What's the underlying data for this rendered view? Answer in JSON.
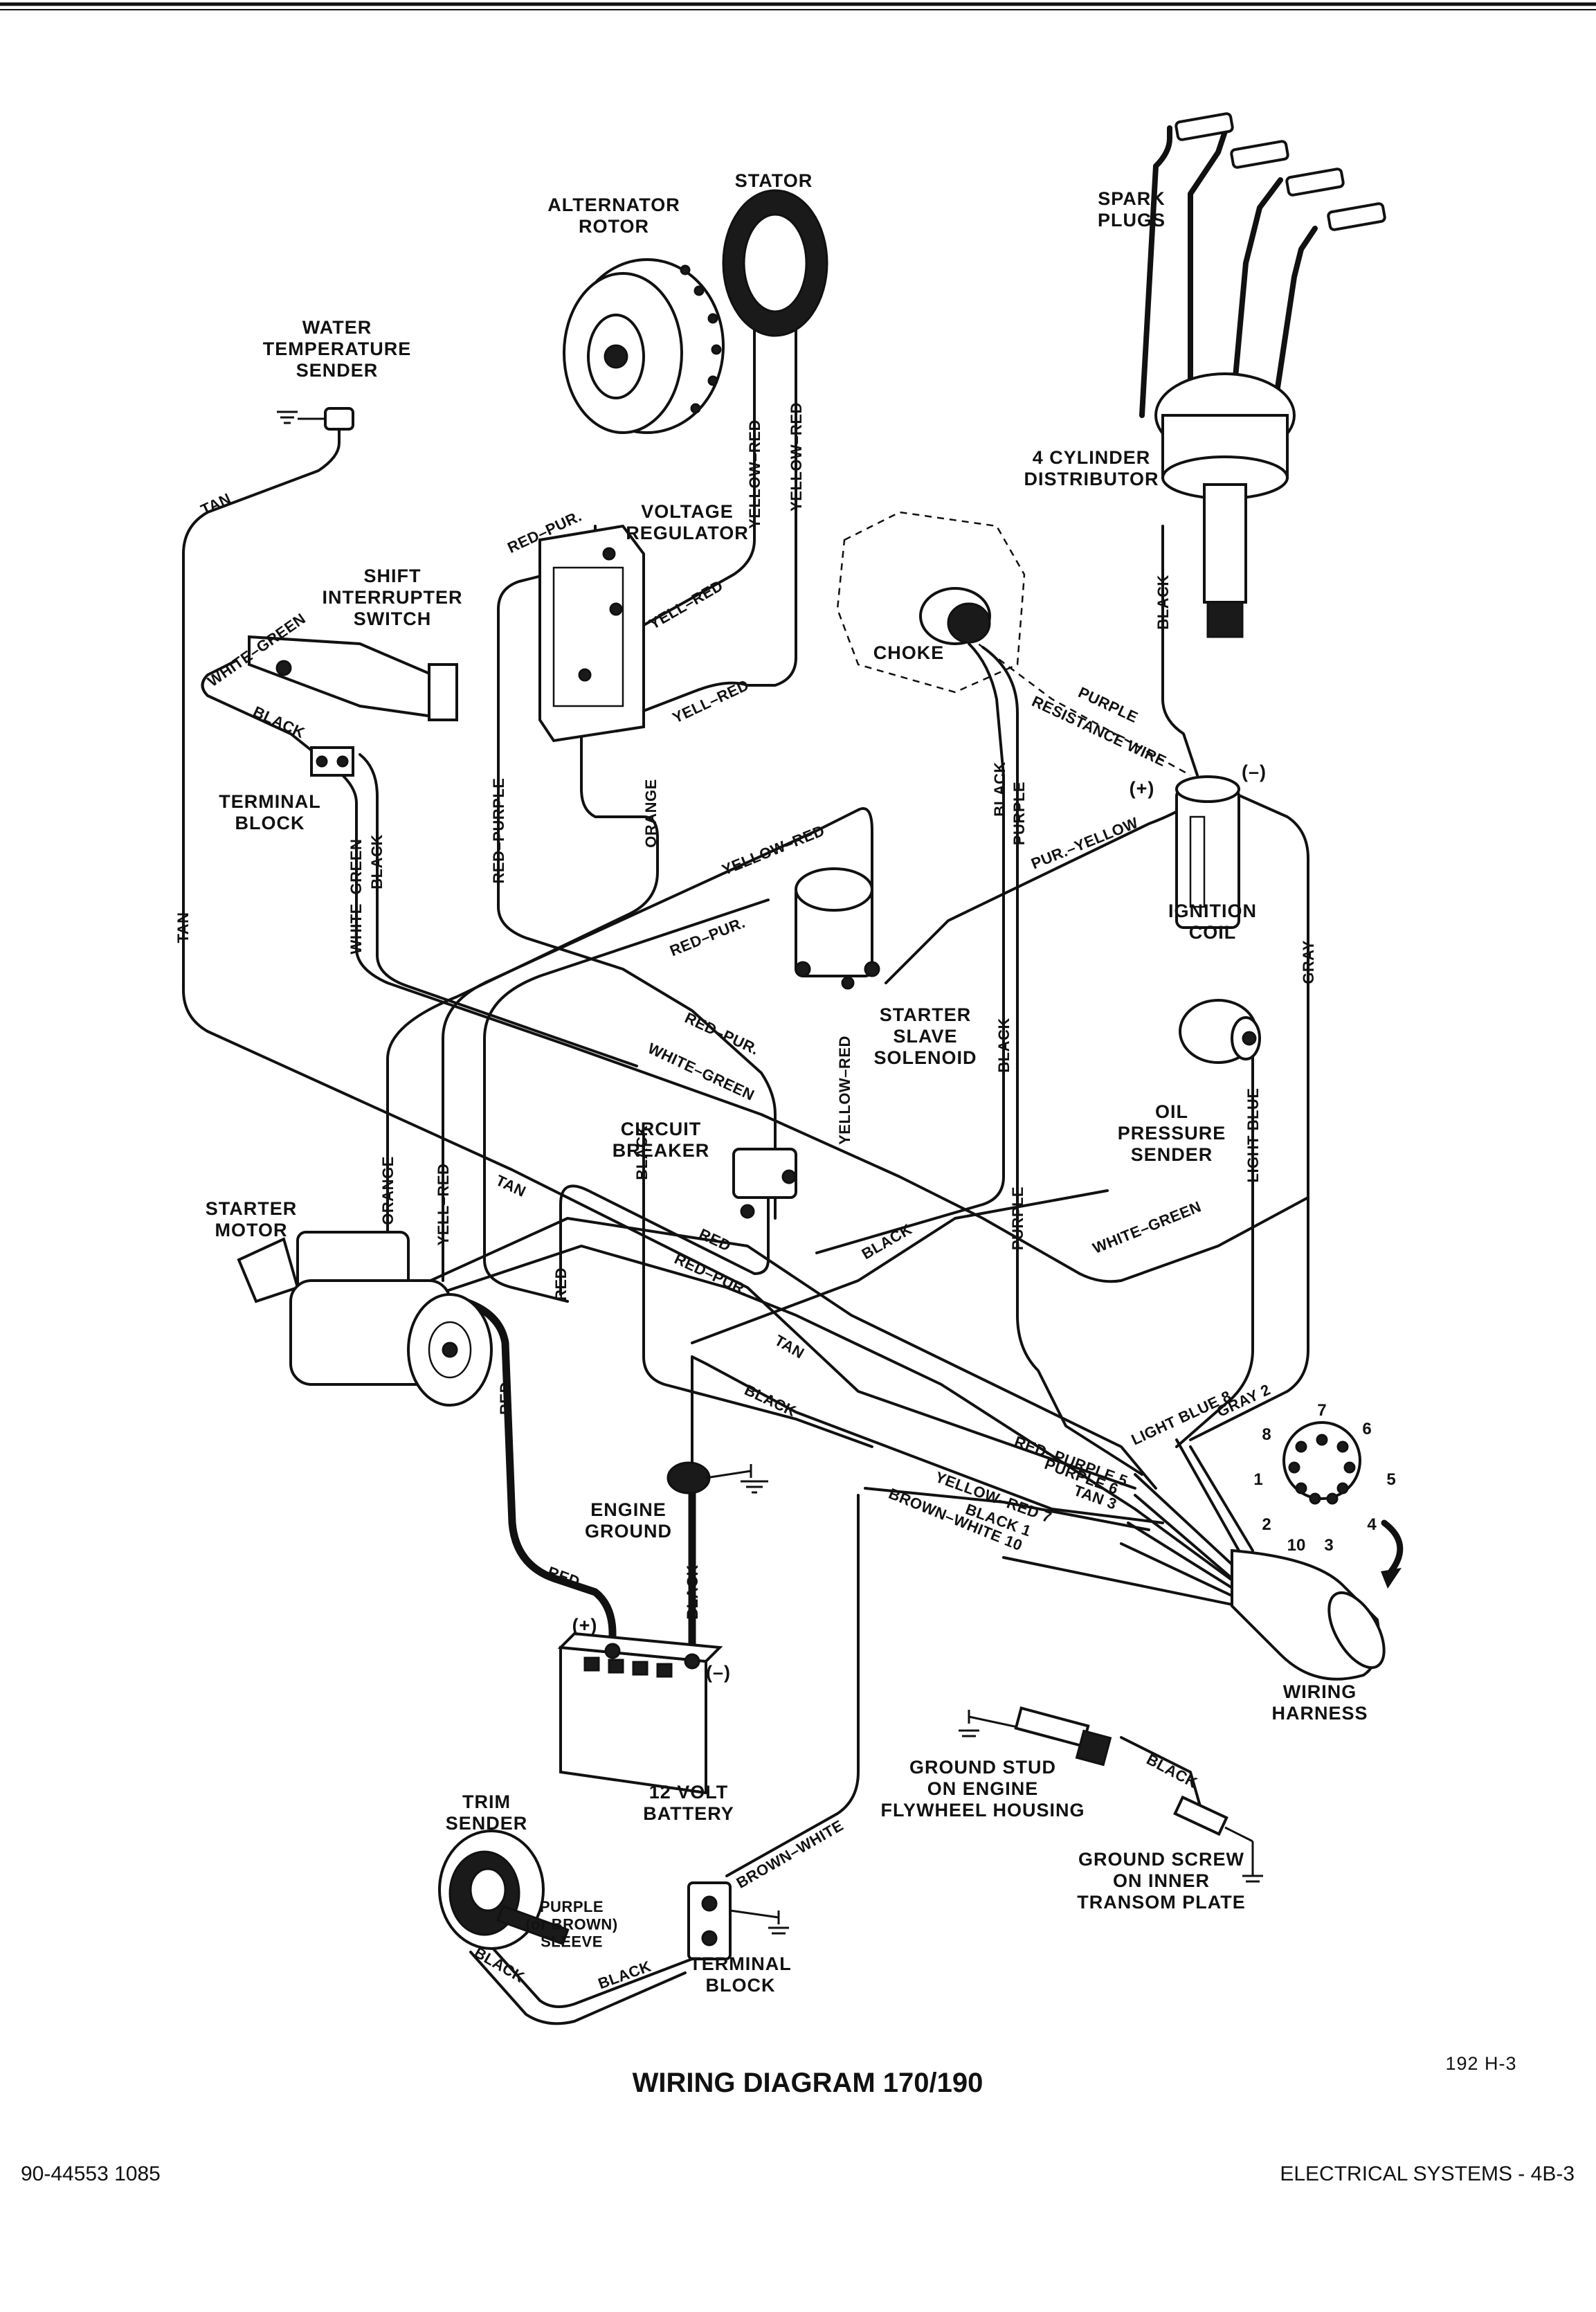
{
  "components": {
    "alternator_rotor": "ALTERNATOR\nROTOR",
    "stator": "STATOR",
    "spark_plugs": "SPARK\nPLUGS",
    "water_temp_sender": "WATER\nTEMPERATURE\nSENDER",
    "voltage_regulator": "VOLTAGE\nREGULATOR",
    "shift_interrupter": "SHIFT\nINTERRUPTER\nSWITCH",
    "distributor": "4 CYLINDER\nDISTRIBUTOR",
    "choke": "CHOKE",
    "terminal_block_top": "TERMINAL\nBLOCK",
    "ignition_coil": "IGNITION\nCOIL",
    "coil_plus": "(+)",
    "coil_minus": "(–)",
    "starter_slave_solenoid": "STARTER\nSLAVE\nSOLENOID",
    "oil_pressure_sender": "OIL\nPRESSURE\nSENDER",
    "circuit_breaker": "CIRCUIT\nBREAKER",
    "starter_motor": "STARTER\nMOTOR",
    "engine_ground": "ENGINE\nGROUND",
    "battery_plus": "(+)",
    "battery_minus": "(–)",
    "battery": "12 VOLT\nBATTERY",
    "wiring_harness": "WIRING\nHARNESS",
    "ground_stud": "GROUND STUD\nON ENGINE\nFLYWHEEL HOUSING",
    "ground_screw": "GROUND SCREW\nON INNER\nTRANSOM PLATE",
    "trim_sender": "TRIM\nSENDER",
    "sleeve": "PURPLE\n(or BROWN)\nSLEEVE",
    "terminal_block_bottom": "TERMINAL\nBLOCK"
  },
  "wire_labels": {
    "tan_top": "TAN",
    "tan_left": "TAN",
    "tan_mid": "TAN",
    "tan_lower": "TAN",
    "red_pur_reg": "RED–PUR.",
    "red_purple_vert": "RED–PURPLE",
    "orange_reg": "ORANGE",
    "yell_red_reg": "YELL–RED",
    "yell_red_reg2": "YELL–RED",
    "yellow_red_stator1": "YELLOW–RED",
    "yellow_red_stator2": "YELLOW–RED",
    "white_green_switch": "WHITE–GREEN",
    "black_switch": "BLACK",
    "white_green_vert": "WHITE–GREEN",
    "black_vert": "BLACK",
    "yellow_red_diag": "YELLOW–RED",
    "red_pur_diag": "RED–PUR.",
    "red_pur_mid": "RED–PUR.",
    "white_green_mid": "WHITE–GREEN",
    "pur_yellow": "PUR.–YELLOW",
    "purple_resistance": "PURPLE",
    "resistance_wire": "RESISTANCE WIRE",
    "black_choke": "BLACK",
    "purple_choke": "PURPLE",
    "black_dist": "BLACK",
    "gray_vert": "GRAY",
    "yellow_red_sol": "YELLOW–RED",
    "black_sol": "BLACK",
    "light_blue_vert": "LIGHT BLUE",
    "black_cb": "BLACK",
    "orange_starter": "ORANGE",
    "yell_red_starter": "YELL–RED",
    "red_starter": "RED",
    "red_cb": "RED",
    "red_pur_low": "RED–PUR.",
    "black_mid": "BLACK",
    "purple_mid": "PURPLE",
    "white_green_low": "WHITE–GREEN",
    "red_battery_vert": "RED",
    "red_battery": "RED",
    "black_ground": "BLACK",
    "black_low": "BLACK",
    "light_blue_8": "LIGHT BLUE 8",
    "gray_2": "GRAY 2",
    "red_purple_5": "RED–PURPLE 5",
    "tan_3": "TAN 3",
    "purple_6": "PURPLE 6",
    "yellow_red_7": "YELLOW–RED 7",
    "black_1": "BLACK 1",
    "brown_white_10": "BROWN–WHITE 10",
    "brown_white_trim": "BROWN–WHITE",
    "black_trim": "BLACK",
    "black_trim2": "BLACK",
    "black_stud": "BLACK"
  },
  "harness_pins": [
    "7",
    "8",
    "6",
    "1",
    "5",
    "2",
    "4",
    "10",
    "3"
  ],
  "title": "WIRING DIAGRAM 170/190",
  "figure_code": "192 H-3",
  "doc_number": "90-44553 1085",
  "section": "ELECTRICAL SYSTEMS - 4B-3"
}
